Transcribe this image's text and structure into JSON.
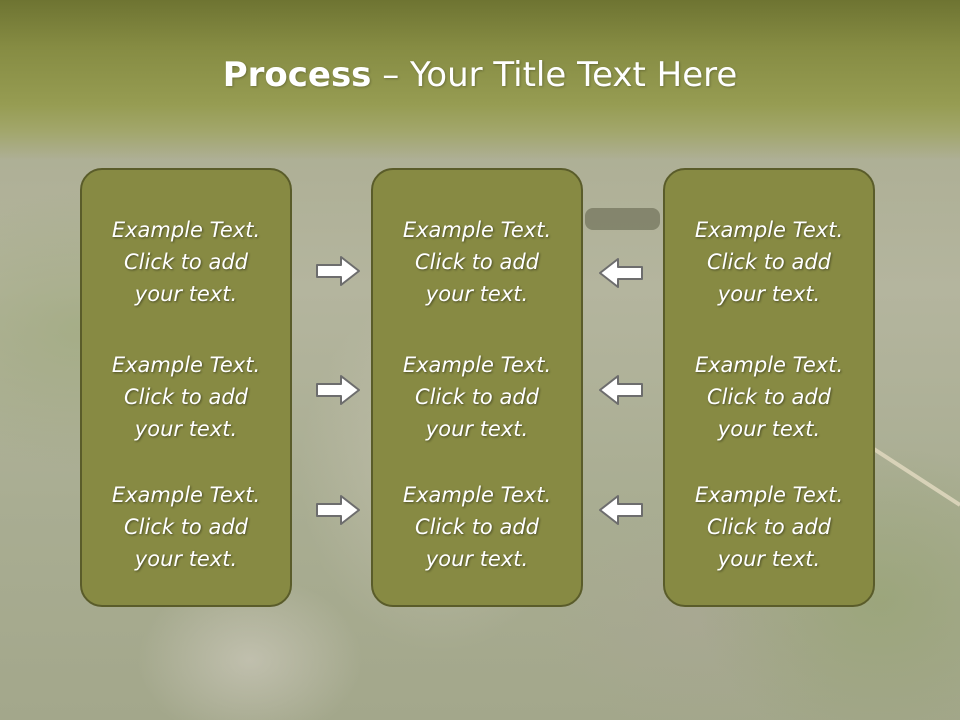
{
  "title": {
    "bold": "Process",
    "rest": " – Your Title Text Here"
  },
  "columns": [
    {
      "items": [
        [
          "Example Text.",
          "Click  to add",
          "your text."
        ],
        [
          "Example Text.",
          "Click  to add",
          "your text."
        ],
        [
          "Example Text.",
          "Click  to add",
          "your text."
        ]
      ]
    },
    {
      "items": [
        [
          "Example Text.",
          "Click  to add",
          "your text."
        ],
        [
          "Example Text.",
          "Click  to add",
          "your text."
        ],
        [
          "Example Text.",
          "Click  to add",
          "your text."
        ]
      ]
    },
    {
      "items": [
        [
          "Example Text.",
          "Click  to add",
          "your text."
        ],
        [
          "Example Text.",
          "Click  to add",
          "your text."
        ],
        [
          "Example Text.",
          "Click  to add",
          "your text."
        ]
      ]
    }
  ],
  "icons": {
    "left_column_arrows": "arrow-right-icon",
    "right_column_arrows": "arrow-left-icon"
  },
  "colors": {
    "box_fill": "#878a43",
    "box_border": "#5a5c2a",
    "title_band": "#868c43",
    "arrow_fill": "#ffffff",
    "arrow_stroke": "#6d6d6d"
  }
}
